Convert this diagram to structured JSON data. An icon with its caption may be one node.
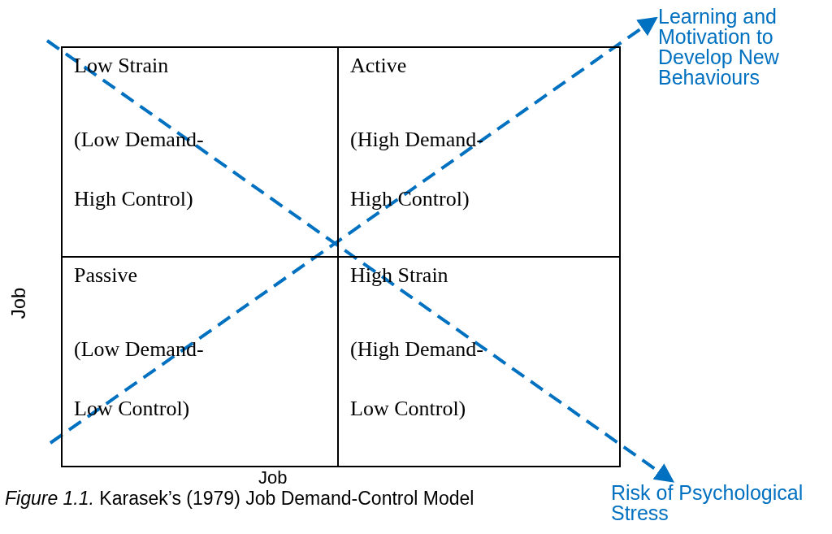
{
  "diagram": {
    "caption": "*Figure 1.1.* Karasek’s (1979) Job Demand-Control Model",
    "nodes": [
      {
        "text": [
          "Low Strain",
          "(Low Demand- High Control)"
        ]
      },
      {
        "text": [
          "Active",
          "(High Demand- High Control)"
        ]
      },
      {
        "text": [
          "Passive",
          "(Low Demand- Low Control)"
        ]
      },
      {
        "text": [
          "High Strain",
          "(High Demand- Low Control)"
        ]
      },
      {
        "text": [
          "Learning and Motivation to Develop New Behaviours"
        ]
      },
      {
        "text": [
          "Risk of Psychological Stress"
        ]
      }
    ],
    "edges": [
      {
        "from": null,
        "to": 4,
        "arrow": "to",
        "style": "dashed"
      },
      {
        "from": null,
        "to": 5,
        "arrow": "to",
        "style": "dashed"
      }
    ],
    "labels": [
      "Job",
      "Job"
    ]
  }
}
